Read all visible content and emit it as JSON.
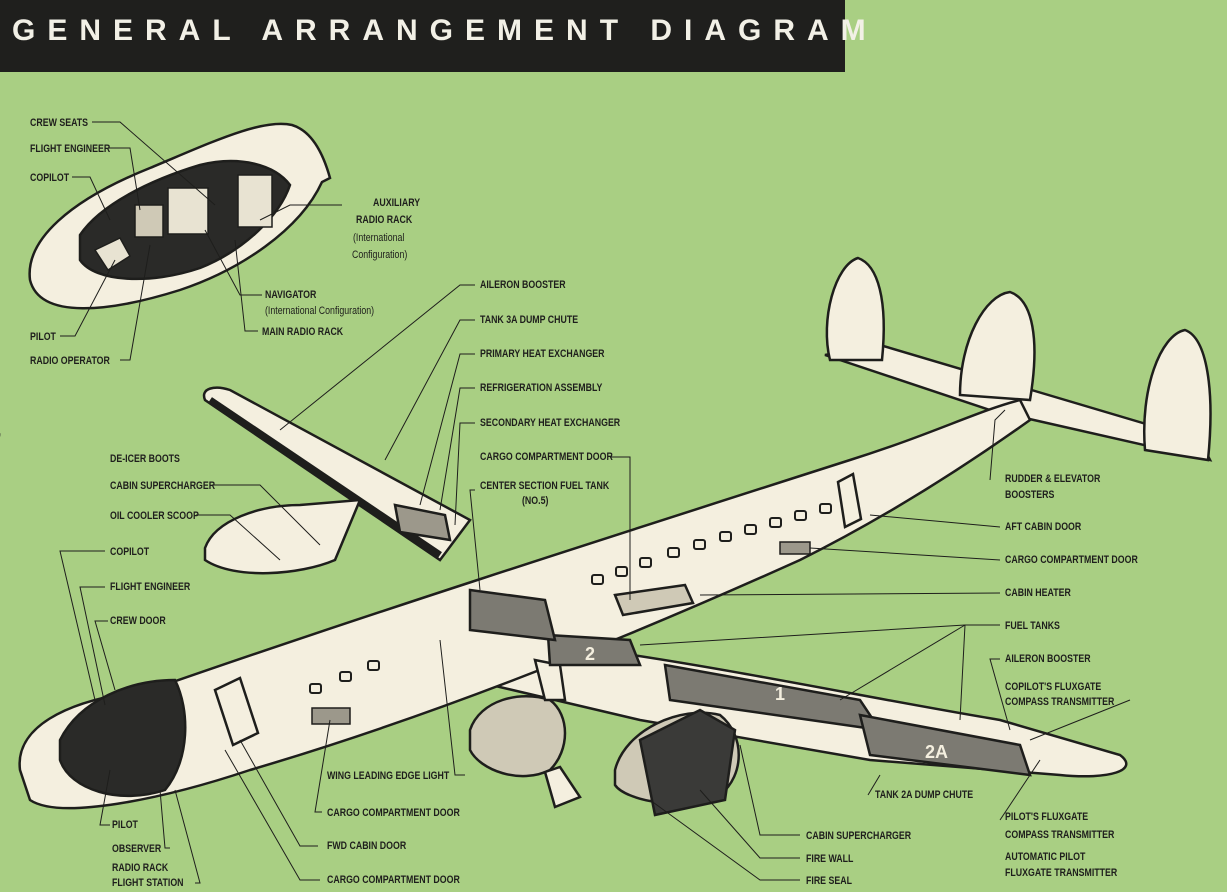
{
  "title": "GENERAL ARRANGEMENT DIAGRAM",
  "side_mark": "figure",
  "cockpit_inset_labels": {
    "crew_seats": "CREW SEATS",
    "flight_engineer": "FLIGHT ENGINEER",
    "copilot": "COPILOT",
    "pilot": "PILOT",
    "radio_operator": "RADIO OPERATOR",
    "aux_radio_rack": "AUXILIARY",
    "aux_radio_rack_2": "RADIO RACK",
    "aux_radio_rack_3": "(International",
    "aux_radio_rack_4": "Configuration)",
    "navigator": "NAVIGATOR",
    "navigator_2": "(International Configuration)",
    "main_radio_rack": "MAIN RADIO RACK"
  },
  "wing_labels": {
    "aileron_booster": "AILERON BOOSTER",
    "tank_3a_dump_chute": "TANK 3A DUMP CHUTE",
    "primary_heat_exchanger": "PRIMARY HEAT EXCHANGER",
    "refrigeration_assembly": "REFRIGERATION ASSEMBLY",
    "secondary_heat_exchanger": "SECONDARY HEAT EXCHANGER",
    "cargo_compartment_door": "CARGO COMPARTMENT DOOR",
    "center_section_fuel_tank": "CENTER SECTION FUEL TANK",
    "center_section_fuel_tank_2": "(NO.5)",
    "de_icer_boots": "DE-ICER BOOTS",
    "cabin_supercharger": "CABIN SUPERCHARGER",
    "oil_cooler_scoop": "OIL COOLER SCOOP"
  },
  "nose_labels": {
    "copilot": "COPILOT",
    "flight_engineer": "FLIGHT ENGINEER",
    "crew_door": "CREW DOOR",
    "pilot": "PILOT",
    "observer": "OBSERVER",
    "radio_rack": "RADIO RACK",
    "flight_station": "FLIGHT STATION"
  },
  "right_labels": {
    "rudder_elevator_boosters": "RUDDER & ELEVATOR",
    "rudder_elevator_boosters_2": "BOOSTERS",
    "aft_cabin_door": "AFT CABIN DOOR",
    "cargo_compartment_door": "CARGO COMPARTMENT DOOR",
    "cabin_heater": "CABIN HEATER",
    "fuel_tanks": "FUEL TANKS",
    "aileron_booster": "AILERON BOOSTER",
    "copilot_fluxgate": "COPILOT'S FLUXGATE",
    "copilot_fluxgate_2": "COMPASS TRANSMITTER",
    "tank_2a_dump_chute": "TANK 2A DUMP CHUTE",
    "pilot_fluxgate": "PILOT'S FLUXGATE",
    "pilot_fluxgate_2": "COMPASS TRANSMITTER",
    "auto_pilot_fluxgate": "AUTOMATIC PILOT",
    "auto_pilot_fluxgate_2": "FLUXGATE TRANSMITTER"
  },
  "bottom_labels": {
    "wing_leading_edge_light": "WING LEADING EDGE LIGHT",
    "cargo_compartment_door_1": "CARGO COMPARTMENT DOOR",
    "fwd_cabin_door": "FWD CABIN DOOR",
    "cargo_compartment_door_2": "CARGO COMPARTMENT DOOR",
    "cabin_supercharger": "CABIN SUPERCHARGER",
    "fire_wall": "FIRE WALL",
    "fire_seal": "FIRE SEAL"
  },
  "tank_markings": {
    "tank_2": "2",
    "tank_1": "1",
    "tank_2a": "2A"
  },
  "colors": {
    "background": "#a9cf83",
    "title_bar": "#1f1f1d",
    "title_text": "#f2f0e6",
    "fuselage": "#f4efdf",
    "ink": "#1e1e1c"
  }
}
